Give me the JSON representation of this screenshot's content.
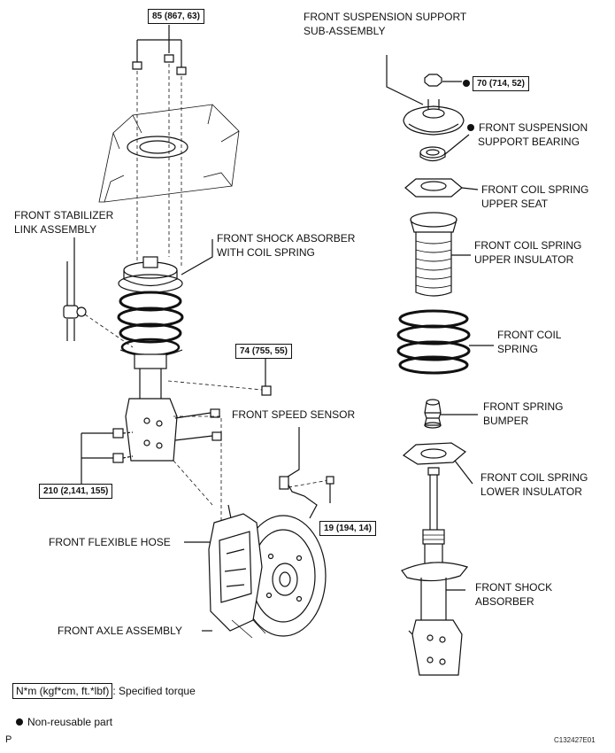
{
  "torque_boxes": {
    "top_nuts": "85 (867, 63)",
    "support_nut": "70 (714, 52)",
    "stabilizer_nut": "74 (755, 55)",
    "knuckle_bolts": "210 (2,141, 155)",
    "sensor_bolt": "19 (194, 14)"
  },
  "labels": {
    "support_subassembly_1": "FRONT SUSPENSION SUPPORT",
    "support_subassembly_2": "SUB-ASSEMBLY",
    "support_bearing_1": "FRONT SUSPENSION",
    "support_bearing_2": "SUPPORT BEARING",
    "upper_seat_1": "FRONT COIL SPRING",
    "upper_seat_2": "UPPER SEAT",
    "upper_insulator_1": "FRONT COIL SPRING",
    "upper_insulator_2": "UPPER INSULATOR",
    "coil_spring_1": "FRONT COIL",
    "coil_spring_2": "SPRING",
    "spring_bumper_1": "FRONT SPRING",
    "spring_bumper_2": "BUMPER",
    "lower_insulator_1": "FRONT COIL SPRING",
    "lower_insulator_2": "LOWER INSULATOR",
    "shock_absorber_1": "FRONT SHOCK",
    "shock_absorber_2": "ABSORBER",
    "stabilizer_link_1": "FRONT STABILIZER",
    "stabilizer_link_2": "LINK ASSEMBLY",
    "shock_with_spring_1": "FRONT SHOCK ABSORBER",
    "shock_with_spring_2": "WITH COIL SPRING",
    "speed_sensor": "FRONT SPEED SENSOR",
    "flexible_hose": "FRONT FLEXIBLE HOSE",
    "axle_assembly": "FRONT AXLE ASSEMBLY"
  },
  "legend": {
    "unit_box": "N*m (kgf*cm, ft.*lbf)",
    "unit_text": ": Specified torque",
    "non_reusable": "Non-reusable part"
  },
  "corner": {
    "left_code": "P",
    "figure_code": "C132427E01"
  }
}
